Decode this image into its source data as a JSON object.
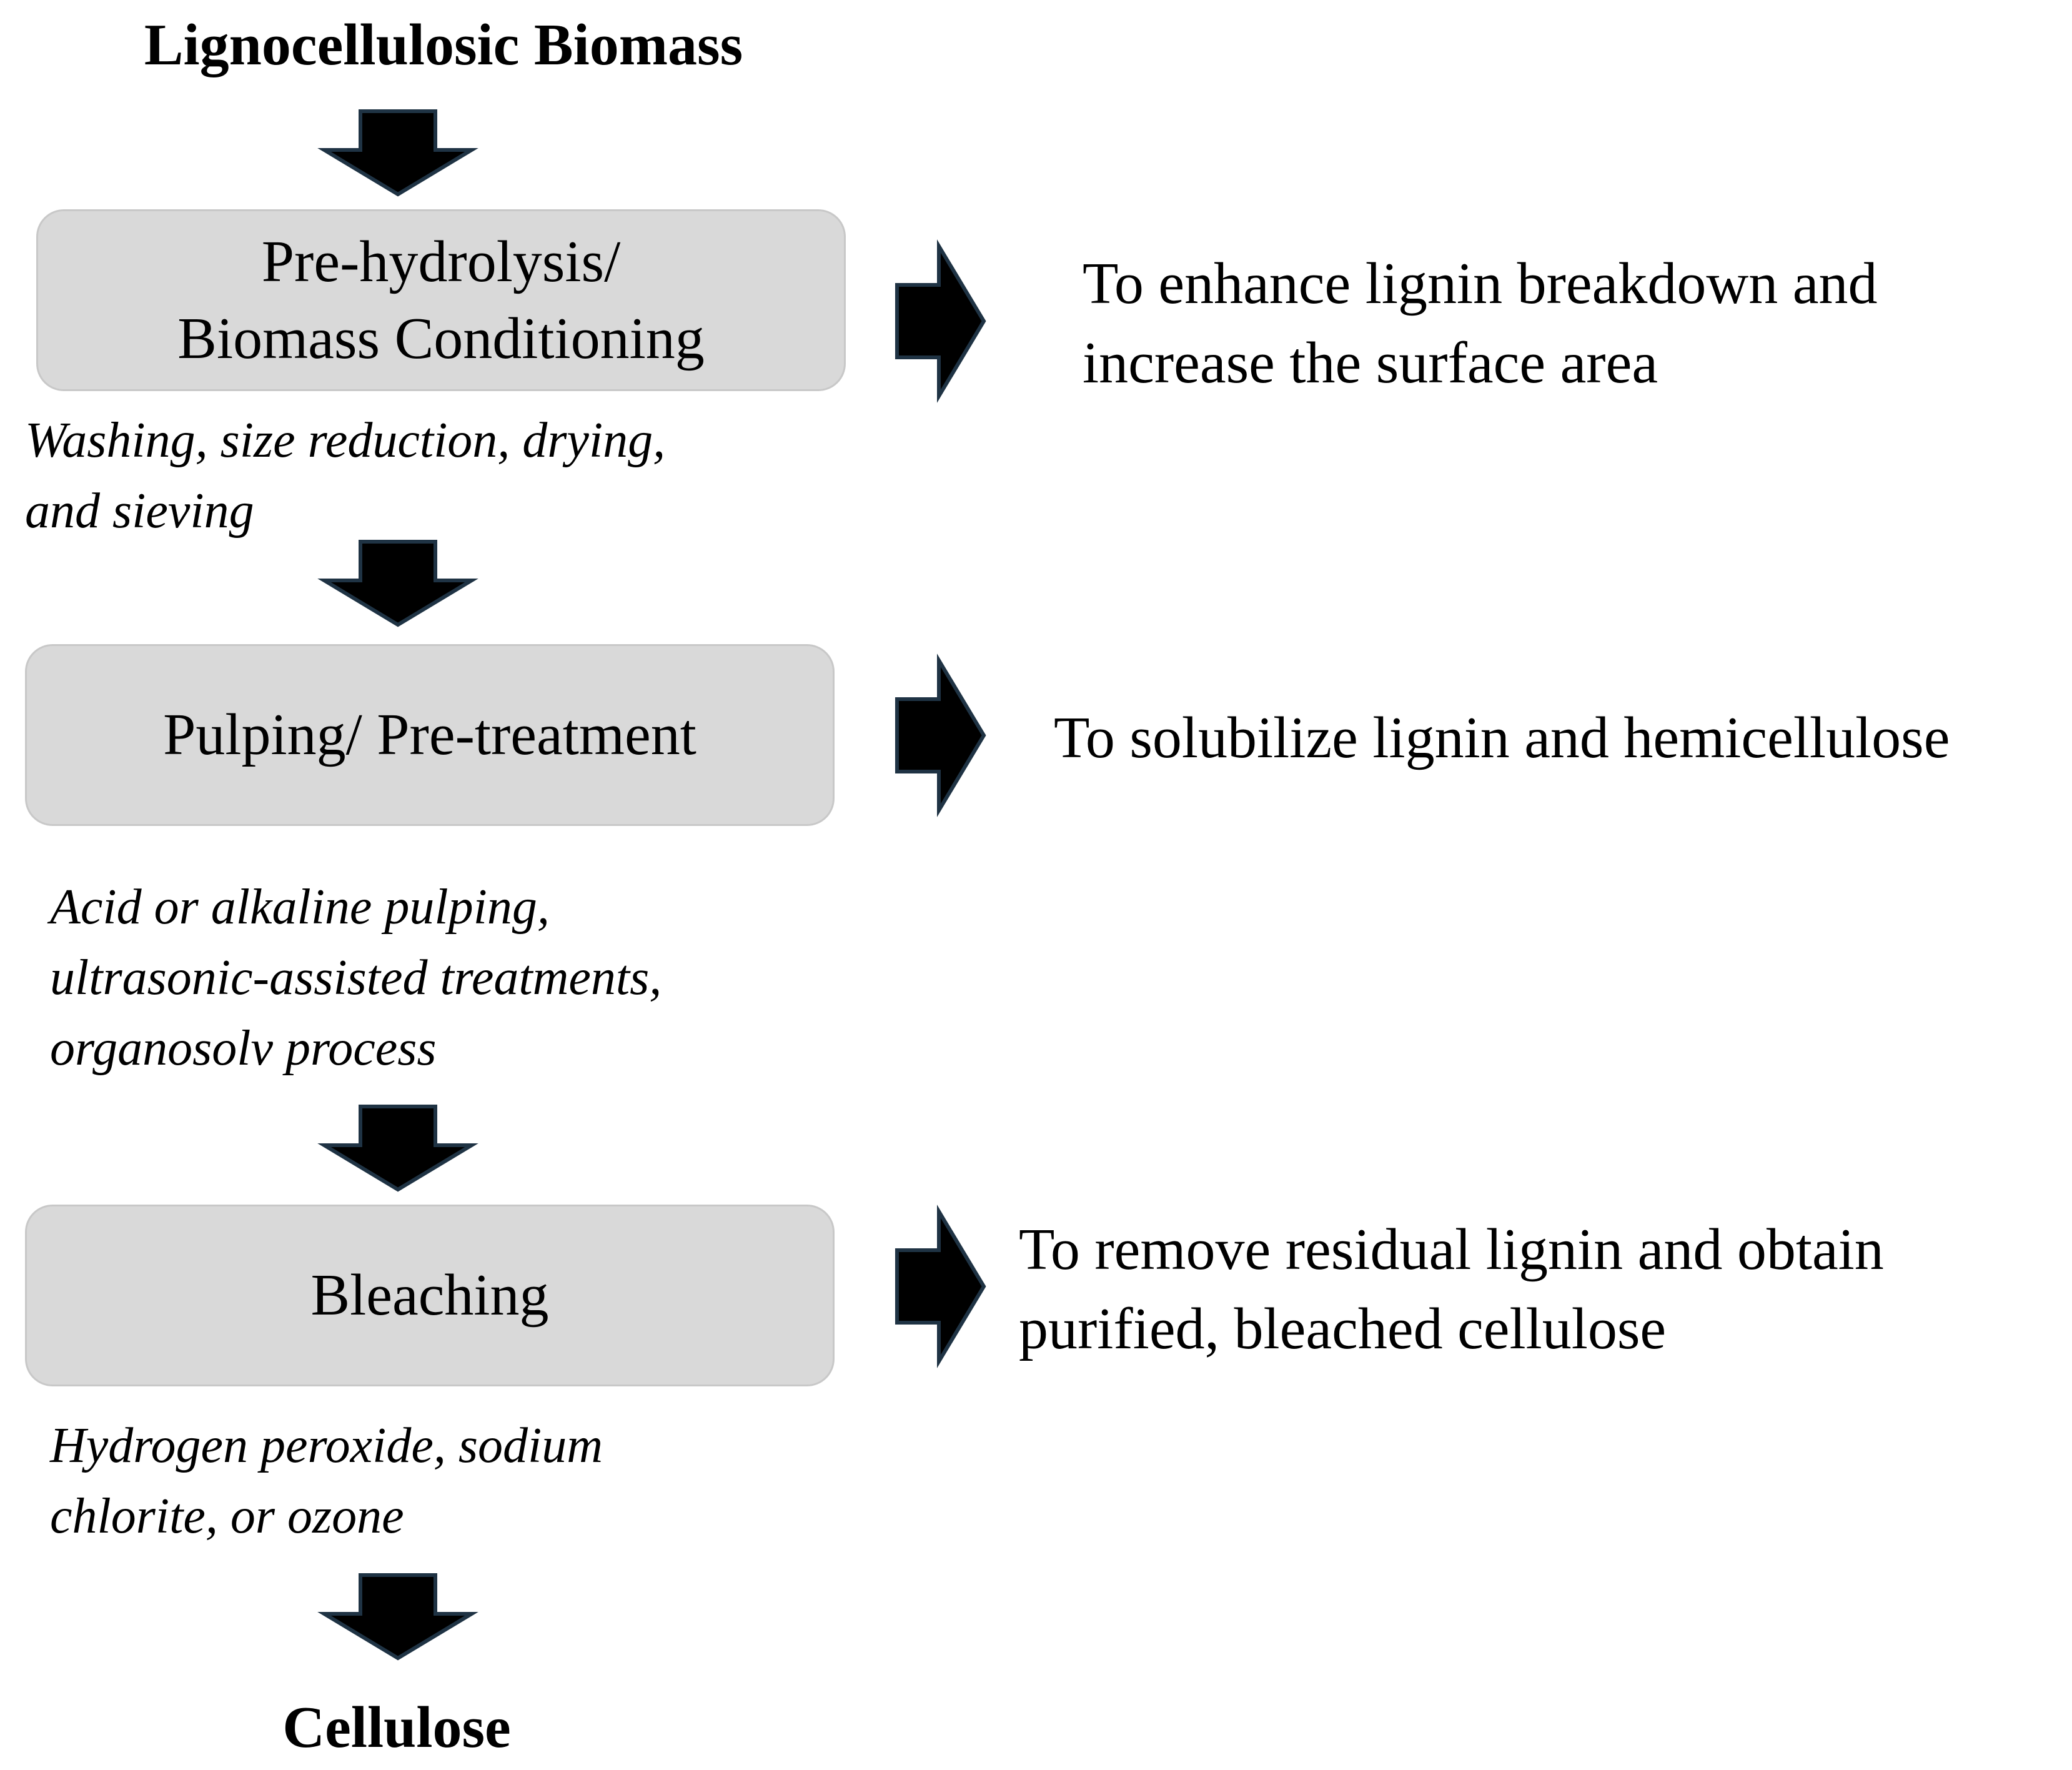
{
  "diagram": {
    "top_label": "Lignocellulosic Biomass",
    "bottom_label": "Cellulose",
    "arrow_fill_color": "#000000",
    "arrow_stroke_color": "#1f3344",
    "box_fill_color": "#d9d9d9",
    "steps": [
      {
        "title_lines": [
          "Pre-hydrolysis/",
          "Biomass Conditioning"
        ],
        "method_lines": [
          "Washing, size reduction, drying,",
          "and sieving"
        ],
        "purpose_lines": [
          "To enhance lignin breakdown and",
          "increase the surface area"
        ]
      },
      {
        "title_lines": [
          "Pulping/ Pre-treatment"
        ],
        "method_lines": [
          "Acid or alkaline pulping,",
          "ultrasonic-assisted treatments,",
          "organosolv process"
        ],
        "purpose_lines": [
          "To solubilize lignin and hemicellulose"
        ]
      },
      {
        "title_lines": [
          "Bleaching"
        ],
        "method_lines": [
          "Hydrogen peroxide, sodium",
          "chlorite, or ozone"
        ],
        "purpose_lines": [
          "To remove residual lignin and obtain",
          "purified, bleached cellulose"
        ]
      }
    ]
  }
}
